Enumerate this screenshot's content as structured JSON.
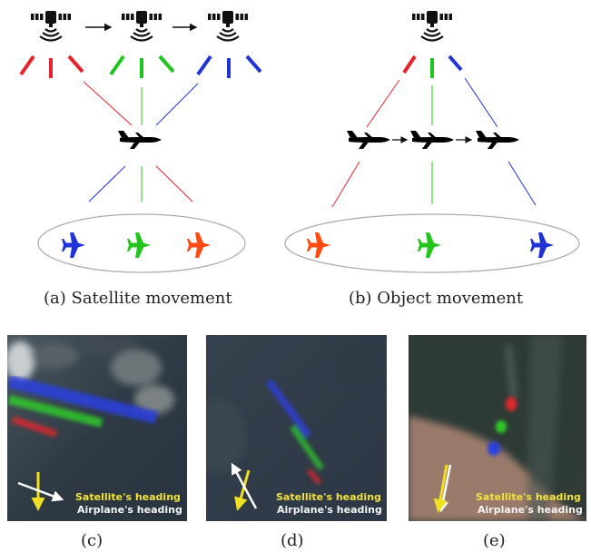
{
  "captions": {
    "a": "(a) Satellite movement",
    "b": "(b) Object movement",
    "c": "(c)",
    "d": "(d)",
    "e": "(e)"
  },
  "legend": {
    "satellite_heading": "Satellite's heading",
    "airplane_heading": "Airplane's heading"
  },
  "colors": {
    "red": "#e8222a",
    "green": "#22c51c",
    "blue": "#1f33d6",
    "orange_red": "#ff4a10",
    "satellite_arrow": "#f0e020",
    "airplane_arrow": "#ffffff"
  },
  "icons": [
    "satellite-icon",
    "airplane-icon",
    "arrow-right-icon"
  ]
}
